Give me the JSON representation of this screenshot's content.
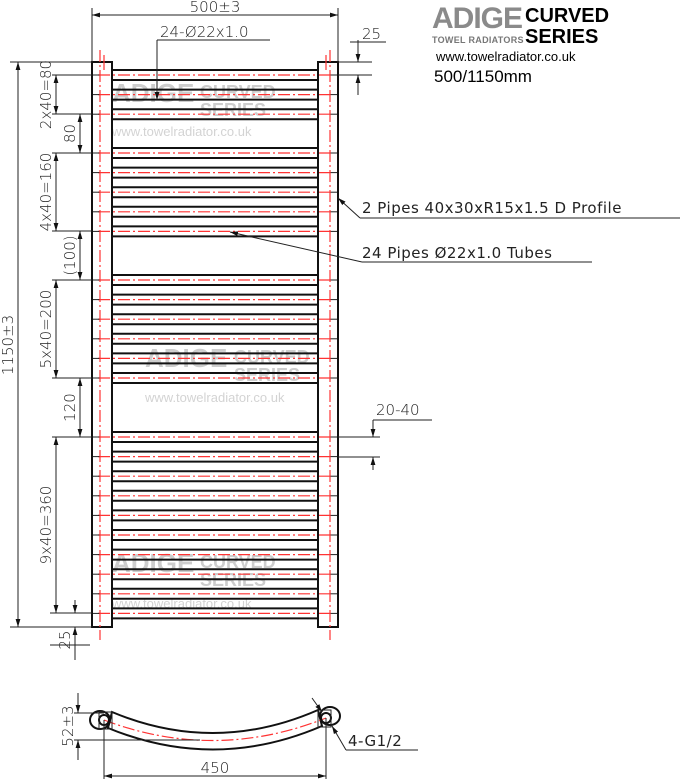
{
  "logo": {
    "brand": "ADIGE",
    "subtitle": "TOWEL RADIATORS",
    "series_line1": "CURVED",
    "series_line2": "SERIES",
    "website": "www.towelradiator.co.uk",
    "size": "500/1150mm"
  },
  "watermark": {
    "brand": "ADIGE",
    "line1": "CURVED",
    "line2": "SERIES",
    "url": "www.towelradiator.co.uk"
  },
  "front_view": {
    "width_dim": "500±3",
    "height_dim": "1150±3",
    "tube_callout": "24-Ø22x1.0",
    "top_offset": "25",
    "bottom_offset": "25",
    "pipes_note": "2 Pipes 40x30xR15x1.5 D Profile",
    "tubes_note": "24 Pipes Ø22x1.0 Tubes",
    "connection_range": "20-40",
    "spacing_dims": [
      "2x40=80",
      "80",
      "4x40=160",
      "(100)",
      "5x40=200",
      "120",
      "9x40=360"
    ],
    "colors": {
      "outline": "#111111",
      "centerline": "#ff3333"
    }
  },
  "side_view": {
    "depth_dim": "52±3",
    "centers_dim": "450",
    "connection_note": "4-G1/2"
  }
}
